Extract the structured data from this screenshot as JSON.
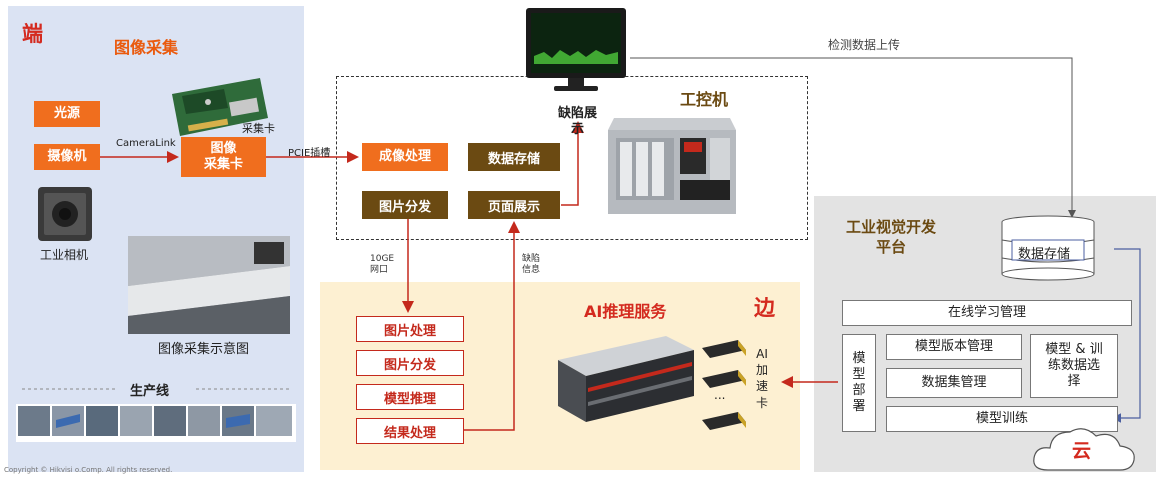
{
  "end_panel": {
    "tag": "端",
    "title": "图像采集",
    "light_source": "光源",
    "camera": "摄像机",
    "capture_card_box": "图像\n采集卡",
    "camera_link": "CameraLink",
    "capture_card_caption": "采集卡",
    "industrial_camera": "工业相机",
    "sketch_caption": "图像采集示意图",
    "production_line": "生产线",
    "copyright": "Copyright © Hikvisi o.Comp. All rights reserved."
  },
  "ipc": {
    "title": "工控机",
    "pcie_label": "PCIE插槽",
    "imaging": "成像处理",
    "storage": "数据存储",
    "distribute": "图片分发",
    "display": "页面展示",
    "defect_display": "缺陷展\n示",
    "upload_label": "检测数据上传",
    "network_label": "10GE\n网口",
    "defect_info_label": "缺陷\n信息"
  },
  "edge": {
    "tag": "边",
    "title": "AI推理服务",
    "steps": [
      "图片处理",
      "图片分发",
      "模型推理",
      "结果处理"
    ],
    "accel_card": "AI\n加\n速\n卡",
    "dots": "..."
  },
  "cloud": {
    "title": "工业视觉开发\n平台",
    "storage": "数据存储",
    "online_learning": "在线学习管理",
    "deploy": "模\n型\n部\n署",
    "version_mgmt": "模型版本管理",
    "model_select": "模型 & 训\n练数据选\n择",
    "dataset_mgmt": "数据集管理",
    "training": "模型训练",
    "tag": "云"
  },
  "colors": {
    "orange_box": "#f06e1e",
    "brown_box": "#6b4a12",
    "red_line": "#c4291c",
    "left_panel": "#dbe3f3",
    "edge_panel": "#fdf0d2",
    "cloud_panel": "#e3e3e3"
  }
}
